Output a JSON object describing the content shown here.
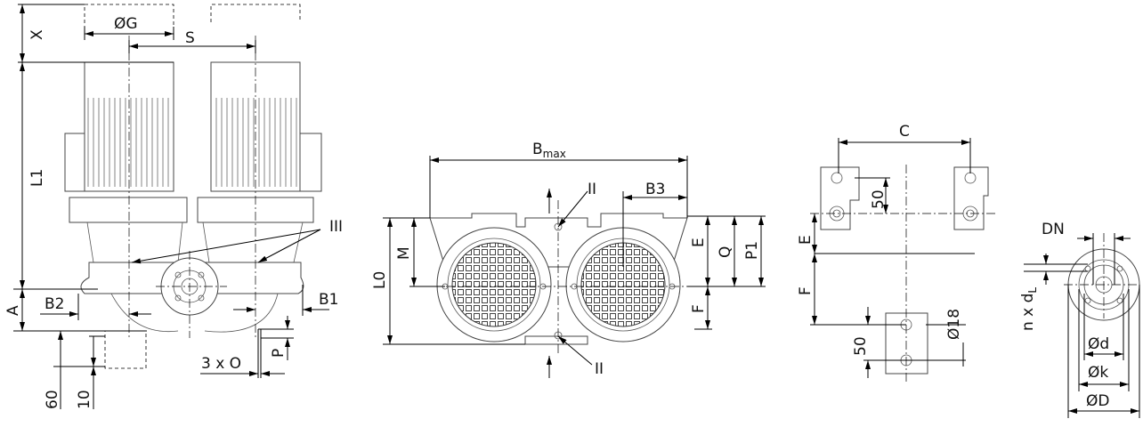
{
  "side_view": {
    "labels": {
      "X": "X",
      "G": "ØG",
      "S": "S",
      "L1": "L1",
      "A": "A",
      "B2": "B2",
      "B1": "B1",
      "III": "III",
      "O": "3 x O",
      "P": "P",
      "d60": "60",
      "d10": "10"
    }
  },
  "top_view": {
    "labels": {
      "Bmax": "B",
      "Bmax_sub": "max",
      "B3": "B3",
      "II_top": "II",
      "II_bottom": "II",
      "L0": "L0",
      "M": "M",
      "E": "E",
      "Q": "Q",
      "P1": "P1",
      "F": "F"
    }
  },
  "foundation_view": {
    "labels": {
      "C": "C",
      "d50_top": "50",
      "E": "E",
      "F": "F",
      "d18": "Ø18",
      "d50_bottom": "50"
    }
  },
  "flange_view": {
    "labels": {
      "DN": "DN",
      "ndL": "n x d",
      "ndL_sub": "L",
      "d": "Ød",
      "k": "Øk",
      "D": "ØD"
    }
  }
}
